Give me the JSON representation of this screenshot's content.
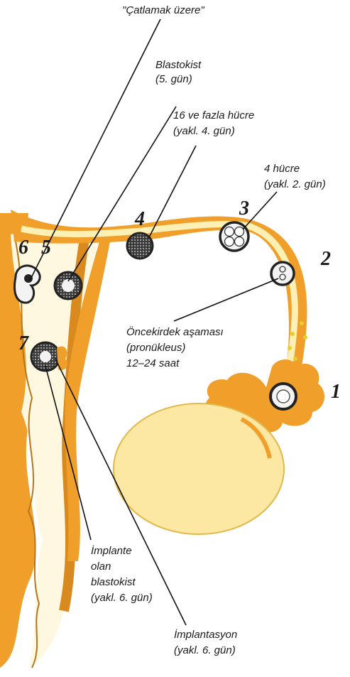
{
  "labels": {
    "hatching": "\"Çatlamak üzere\"",
    "blastocyst_l1": "Blastokist",
    "blastocyst_l2": "(5. gün)",
    "morula_l1": "16 ve fazla hücre",
    "morula_l2": "(yakl. 4. gün)",
    "four_cell_l1": "4 hücre",
    "four_cell_l2": "(yakl. 2. gün)",
    "pronucleus_l1": "Öncekirdek aşaması",
    "pronucleus_l2": "(pronükleus)",
    "pronucleus_l3": "12–24 saat",
    "implanted_l1": "İmplante",
    "implanted_l2": "olan",
    "implanted_l3": "blastokist",
    "implanted_l4": "(yakl. 6. gün)",
    "implantation_l1": "İmplantasyon",
    "implantation_l2": "(yakl. 6. gün)"
  },
  "stages": {
    "s1": "1",
    "s2": "2",
    "s3": "3",
    "s4": "4",
    "s5": "5",
    "s6": "6",
    "s7": "7"
  },
  "colors": {
    "tube": "#f0a02a",
    "tube_dark": "#d98a1e",
    "lumen": "#fdf0b4",
    "uterine_lining": "#f5c560",
    "ovary": "#fce7a3",
    "cell_ring": "#222222",
    "embryo": "#f1f1f1"
  }
}
